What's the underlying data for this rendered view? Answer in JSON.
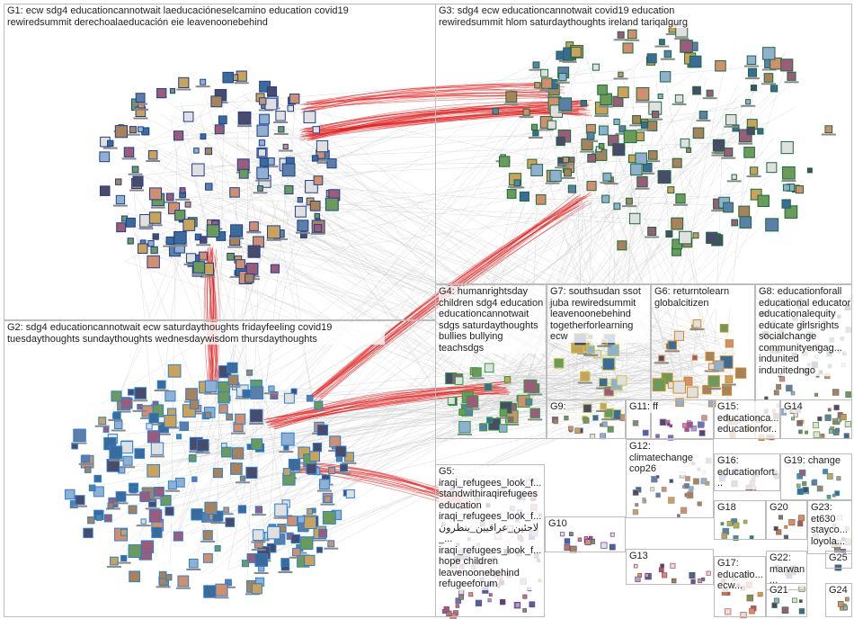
{
  "panels": [
    {
      "id": "G1",
      "text": "G1: ecw sdg4 educationcannotwait laeducacióneselcamino education covid19 rewiredsummit derechoalaeducación eie leavenoonebehind",
      "color": "#1f3f8f"
    },
    {
      "id": "G2",
      "text": "G2: sdg4 educationcannotwait ecw saturdaythoughts fridayfeeling covid19 tuesdaythoughts sundaythoughts wednesdaywisdom thursdaythoughts",
      "color": "#2a7fd4"
    },
    {
      "id": "G3",
      "text": "G3: sdg4 ecw educationcannotwait covid19 education rewiredsummit hlom saturdaythoughts ireland tariqalgurg",
      "color": "#1a6b3a"
    },
    {
      "id": "G4",
      "text": "G4: humanrightsday children sdg4 education educationcannotwait sdgs saturdaythoughts bullies bullying teachsdgs",
      "color": "#2e9e3e"
    },
    {
      "id": "G7",
      "text": "G7: southsudan ssot juba rewiredsummit leavenoonebehind togetherforlearning ecw",
      "color": "#c8c84a"
    },
    {
      "id": "G6",
      "text": "G6: returntolearn globalcitizen",
      "color": "#d38b2a"
    },
    {
      "id": "G8",
      "text": "G8: educationforall educational educator educationalequity educate girlsrights socialchange communityengag... indunited indunitedngo",
      "color": "#7a7a7a"
    },
    {
      "id": "G9",
      "text": "G9:",
      "color": "#777777"
    },
    {
      "id": "G11",
      "text": "G11: ff",
      "color": "#b05fc0"
    },
    {
      "id": "G15",
      "text": "G15: educationca... educationfor...",
      "color": "#c07a3a"
    },
    {
      "id": "G14",
      "text": "G14",
      "color": "#5a8f2a"
    },
    {
      "id": "G5",
      "text": "G5: iraqi_refugees_look_f... standwithiraqirefugees education iraqi_refugees_look_f... لاجئين_عراقيين_ينظرون_... iraqi_refugees_look_f... hope children leavenoonebehind refugeeforum",
      "color": "#8f3a8f"
    },
    {
      "id": "G12",
      "text": "G12: climatechange cop26",
      "color": "#9a9a9a"
    },
    {
      "id": "G16",
      "text": "G16: educationfort...",
      "color": "#4a4ab0"
    },
    {
      "id": "G19",
      "text": "G19: change",
      "color": "#3a9a9a"
    },
    {
      "id": "G10",
      "text": "G10",
      "color": "#6a3a9a"
    },
    {
      "id": "G18",
      "text": "G18",
      "color": "#5aa05a"
    },
    {
      "id": "G20",
      "text": "G20",
      "color": "#9a5a3a"
    },
    {
      "id": "G23",
      "text": "G23: et630 stayco... loyola...",
      "color": "#3a6a9a"
    },
    {
      "id": "G13",
      "text": "G13",
      "color": "#a03a5a"
    },
    {
      "id": "G17",
      "text": "G17: educatio... ecw...",
      "color": "#c0503a"
    },
    {
      "id": "G22",
      "text": "G22: marwan...",
      "color": "#7a5a2a"
    },
    {
      "id": "G25",
      "text": "G25",
      "color": "#5a5a5a"
    },
    {
      "id": "G21",
      "text": "G21",
      "color": "#3a7a3a"
    },
    {
      "id": "G24",
      "text": "G24",
      "color": "#4a7a4a"
    }
  ],
  "colors": {
    "edge": "#c9c9c9",
    "inter_edge": "#e02020",
    "border": "#bdbdbd"
  }
}
